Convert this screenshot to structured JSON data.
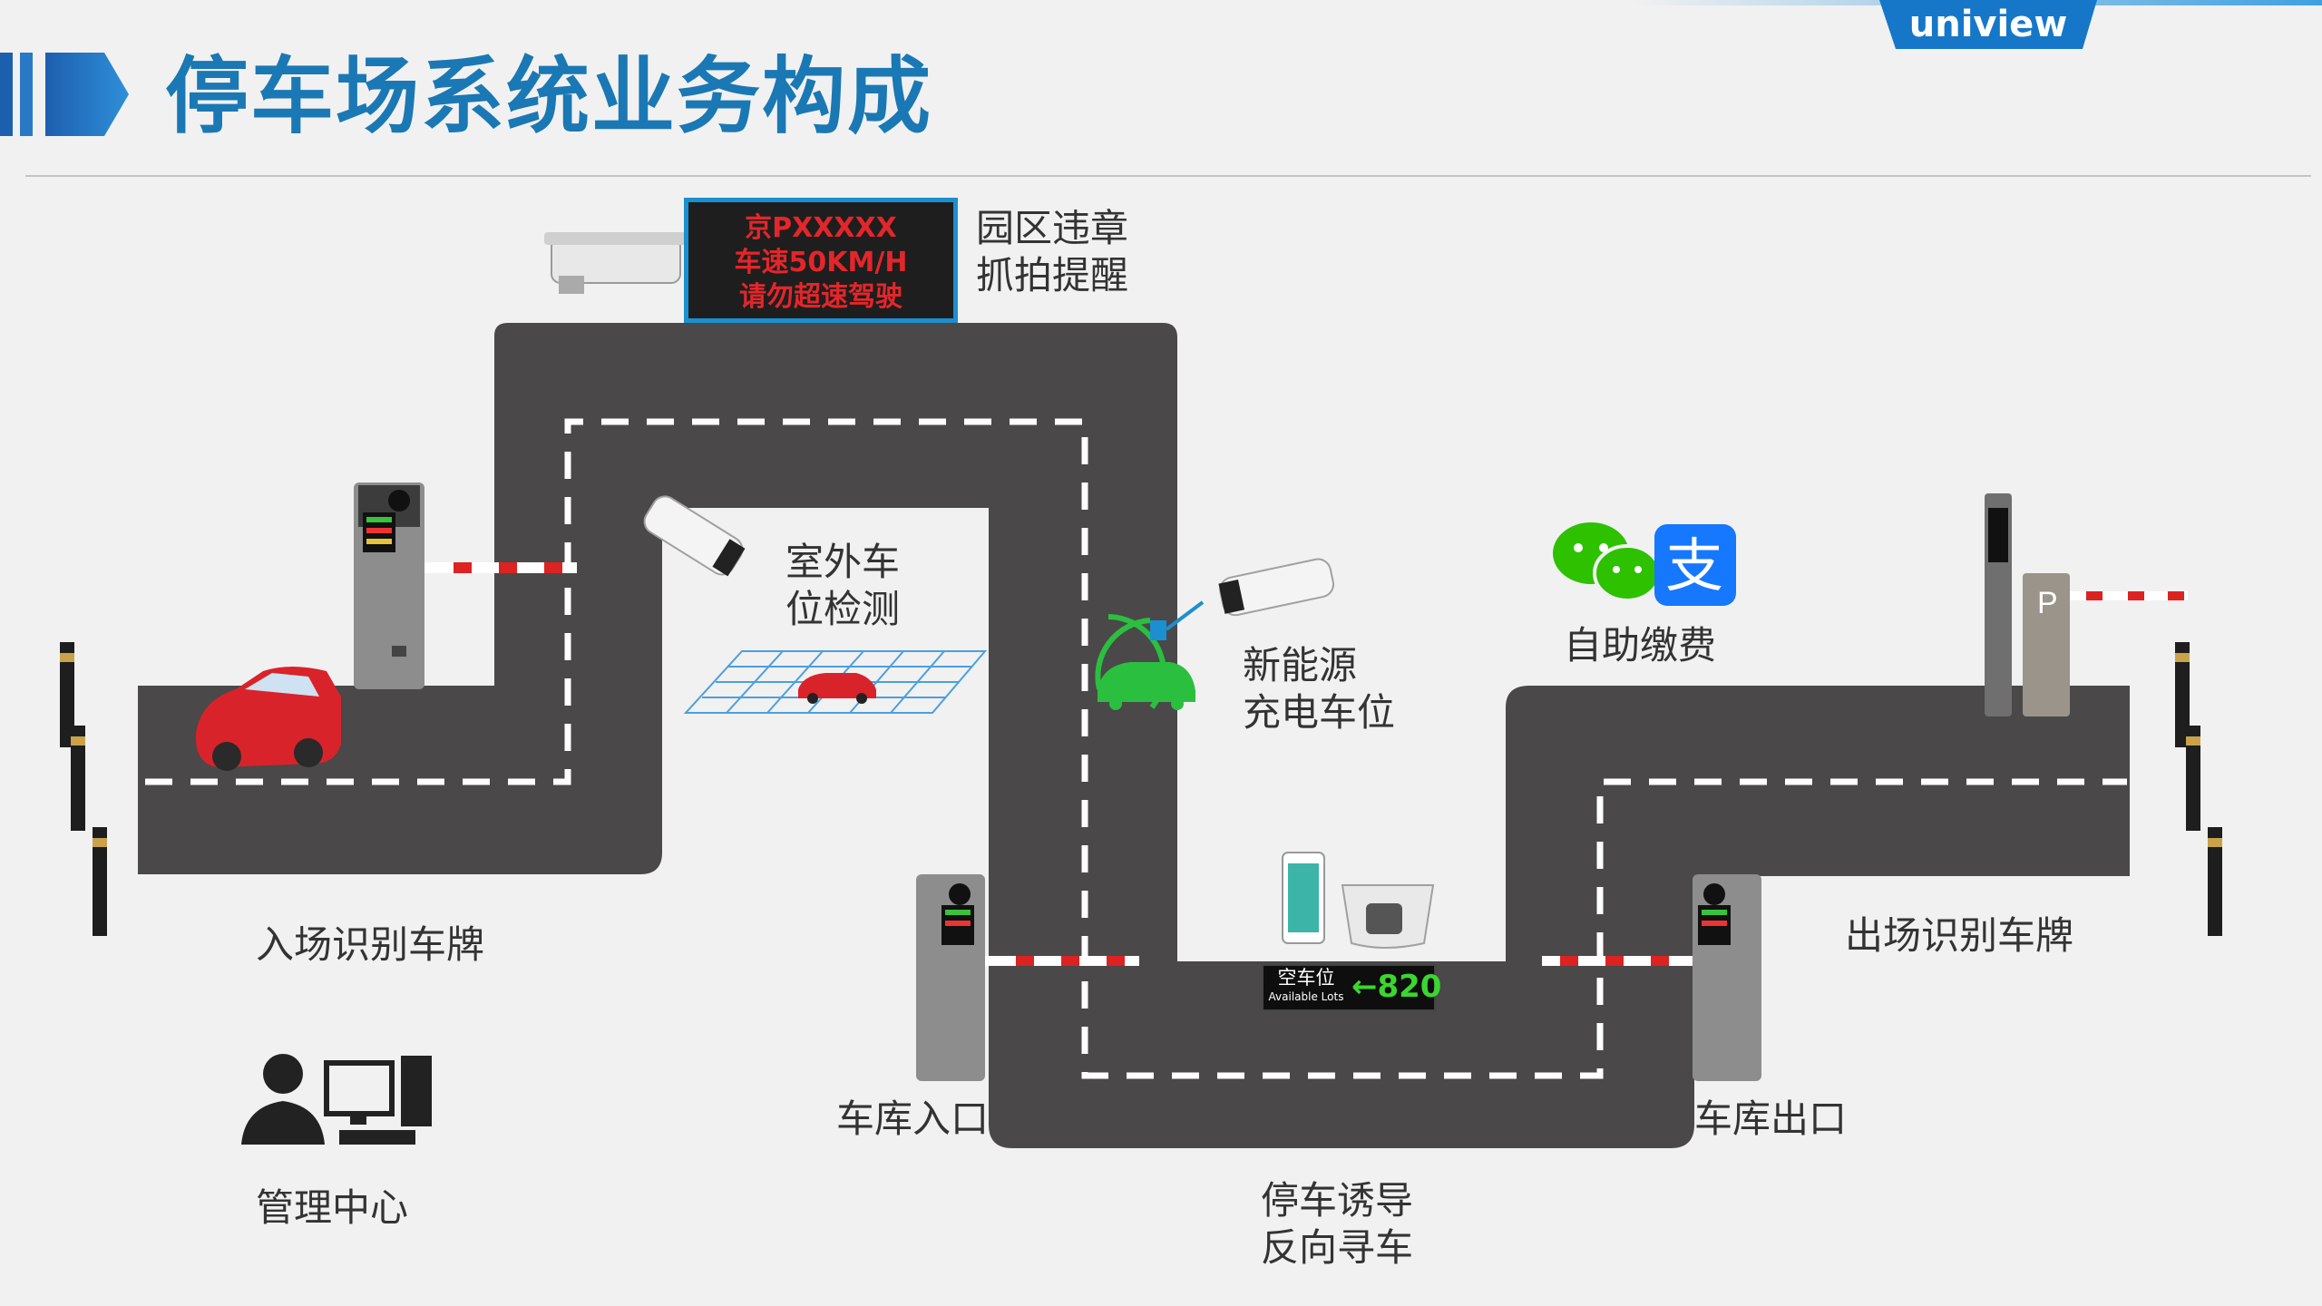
{
  "header": {
    "title": "停车场系统业务构成",
    "brand": "uniview"
  },
  "display_board": {
    "line1": "京PXXXXX",
    "line2": "车速50KM/H",
    "line3": "请勿超速驾驶"
  },
  "labels": {
    "violation_line1": "园区违章",
    "violation_line2": "抓拍提醒",
    "outdoor_line1": "室外车",
    "outdoor_line2": "位检测",
    "charging_line1": "新能源",
    "charging_line2": "充电车位",
    "self_pay": "自助缴费",
    "entry_plate": "入场识别车牌",
    "exit_plate": "出场识别车牌",
    "garage_entry": "车库入口",
    "garage_exit": "车库出口",
    "management": "管理中心",
    "guide_line1": "停车诱导",
    "guide_line2": "反向寻车"
  },
  "guidance_sign": {
    "cn": "空车位",
    "en": "Available Lots",
    "count": "←820"
  },
  "colors": {
    "title": "#1a78b4",
    "road": "#4a4848",
    "accent_blue": "#1c8fd0",
    "wechat": "#2dc100",
    "alipay": "#1677ff"
  }
}
